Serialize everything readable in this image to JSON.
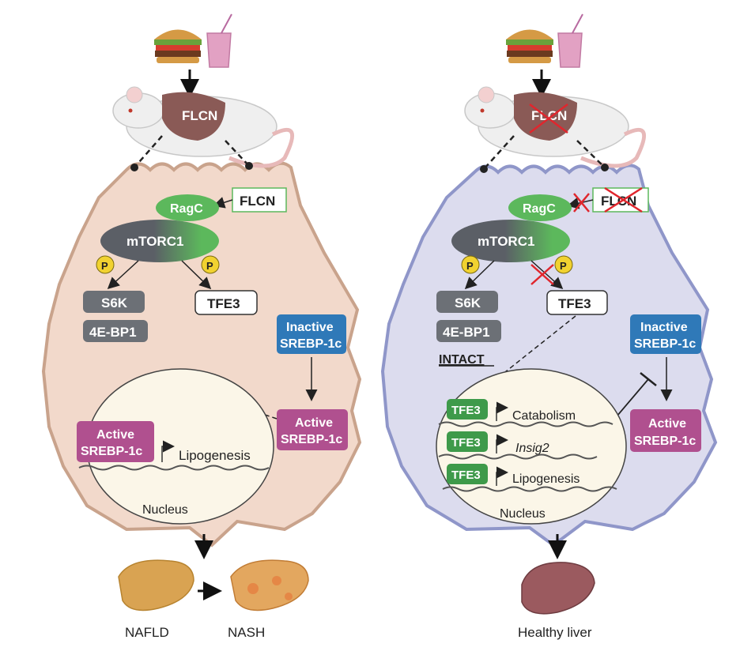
{
  "colors": {
    "left_cell_fill": "#f2d9cb",
    "left_cell_stroke": "#c9a38c",
    "right_cell_fill": "#dcdcee",
    "right_cell_stroke": "#8f96c9",
    "ragc_green": "#5cb85c",
    "mtorc1_dark": "#5b5f66",
    "tfe3_green": "#3e9a4a",
    "srebp_blue": "#2f79b8",
    "srebp_active": "#b0508f",
    "s6k_gray": "#6c7076",
    "p_yellow": "#f1d230",
    "nucleus_fill": "#fbf6e8",
    "red_x": "#e0262d"
  },
  "left_panel": {
    "mouse_label": "FLCN",
    "flcn_box": "FLCN",
    "ragc": "RagC",
    "mtorc1": "mTORC1",
    "p1": "P",
    "p2": "P",
    "s6k": "S6K",
    "fourebp1": "4E-BP1",
    "tfe3": "TFE3",
    "inactive_srebp_line1": "Inactive",
    "inactive_srebp_line2": "SREBP-1c",
    "active_srebp_out_line1": "Active",
    "active_srebp_out_line2": "SREBP-1c",
    "active_srebp_in_line1": "Active",
    "active_srebp_in_line2": "SREBP-1c",
    "lipogenesis": "Lipogenesis",
    "nucleus": "Nucleus",
    "nafld": "NAFLD",
    "nash": "NASH"
  },
  "right_panel": {
    "mouse_label": "FLCN",
    "flcn_box": "FLCN",
    "ragc": "RagC",
    "mtorc1": "mTORC1",
    "p1": "P",
    "p2": "P",
    "s6k": "S6K",
    "fourebp1": "4E-BP1",
    "intact": "INTACT",
    "tfe3": "TFE3",
    "inactive_srebp_line1": "Inactive",
    "inactive_srebp_line2": "SREBP-1c",
    "active_srebp_line1": "Active",
    "active_srebp_line2": "SREBP-1c",
    "tfe3_a": "TFE3",
    "tfe3_b": "TFE3",
    "tfe3_c": "TFE3",
    "catabolism": "Catabolism",
    "insig2": "Insig2",
    "lipogenesis": "Lipogenesis",
    "nucleus": "Nucleus",
    "healthy_liver": "Healthy liver"
  }
}
